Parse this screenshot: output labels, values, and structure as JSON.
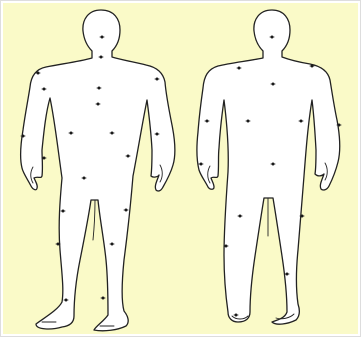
{
  "figure": {
    "background_color": "#fafac8",
    "border_color": "#dddddd",
    "body_fill": "#ffffff",
    "outline_color": "#222222",
    "marker_color": "#1a1a1a"
  },
  "figures": [
    {
      "id": "front",
      "view": "front"
    },
    {
      "id": "back",
      "view": "back"
    }
  ]
}
